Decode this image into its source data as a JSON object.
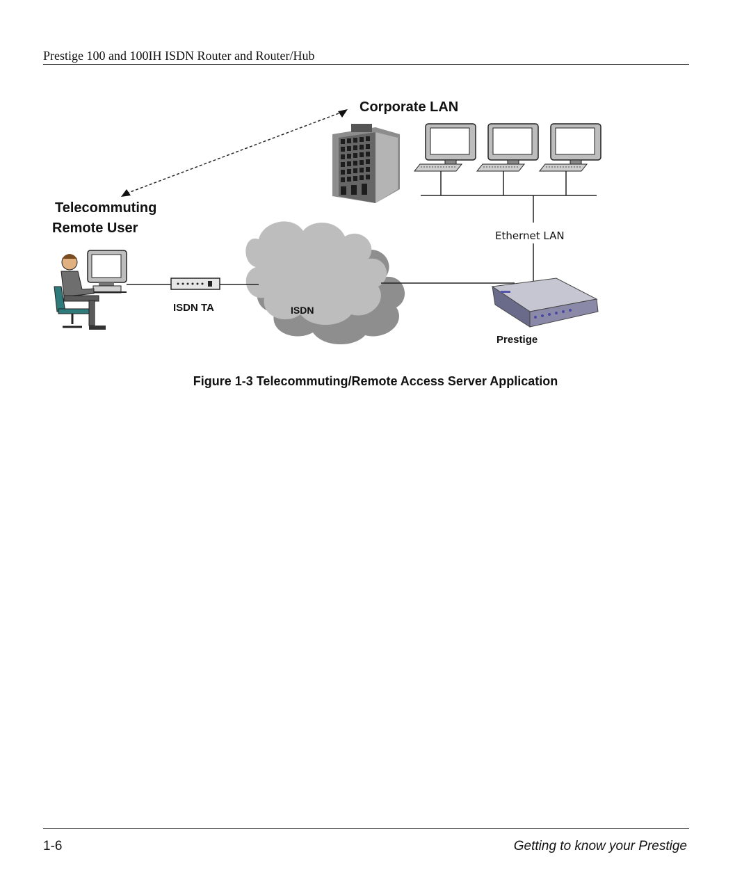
{
  "header": {
    "title": "Prestige 100 and 100IH ISDN Router and Router/Hub"
  },
  "figure": {
    "labels": {
      "corporate_lan": "Corporate LAN",
      "telecommuting": "Telecommuting",
      "remote_user": "Remote User",
      "ethernet_lan": "Ethernet LAN",
      "isdn_ta": "ISDN TA",
      "isdn": "ISDN",
      "prestige": "Prestige"
    },
    "caption": "Figure 1-3 Telecommuting/Remote Access Server Application"
  },
  "footer": {
    "page_number": "1-6",
    "title": "Getting to know your Prestige"
  }
}
